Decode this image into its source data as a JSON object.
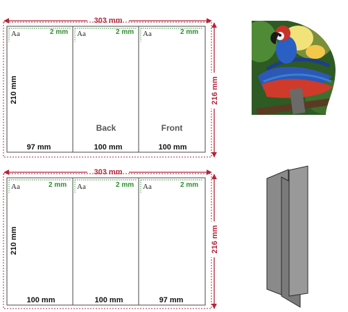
{
  "colors": {
    "dimension": "#b3253a",
    "bleed_guide": "#2a8f2a",
    "trim_line": "#666666",
    "fold_model": "#8a8a8a"
  },
  "top_layout": {
    "total_width": "303 mm",
    "trim_height": "210 mm",
    "total_height": "216 mm",
    "bleed": [
      "2 mm",
      "2 mm",
      "2 mm"
    ],
    "type_marker": [
      "Aa",
      "Aa",
      "Aa"
    ],
    "panels": [
      {
        "width": "97 mm",
        "label": ""
      },
      {
        "width": "100 mm",
        "label": "Back"
      },
      {
        "width": "100 mm",
        "label": "Front"
      }
    ]
  },
  "bottom_layout": {
    "total_width": "303 mm",
    "trim_height": "210 mm",
    "total_height": "216 mm",
    "bleed": [
      "2 mm",
      "2 mm",
      "2 mm"
    ],
    "type_marker": [
      "Aa",
      "Aa",
      "Aa"
    ],
    "panels": [
      {
        "width": "100 mm"
      },
      {
        "width": "100 mm"
      },
      {
        "width": "97 mm"
      }
    ]
  },
  "illustrations": {
    "cover_photo": "macaw-photo",
    "folded_model": "folded-brochure-icon"
  }
}
